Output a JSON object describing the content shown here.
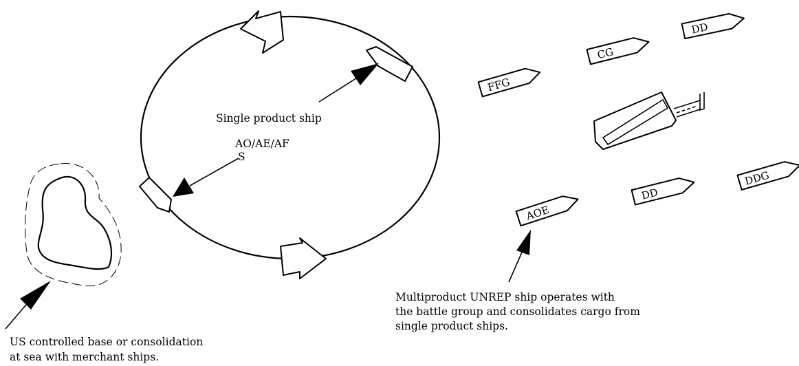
{
  "single_product": {
    "title": "Single product ship",
    "types_line1": "AO/AE/AF",
    "types_line2": "S"
  },
  "ships": {
    "ffg": "FFG",
    "cg": "CG",
    "dd_top": "DD",
    "aoe": "AOE",
    "dd_bottom": "DD",
    "ddg": "DDG"
  },
  "captions": {
    "multiproduct_line1": "Multiproduct UNREP ship operates with",
    "multiproduct_line2": "the battle group and consolidates cargo from",
    "multiproduct_line3": "single product ships.",
    "base_line1": "US controlled base or consolidation",
    "base_line2": "at sea with merchant ships."
  }
}
